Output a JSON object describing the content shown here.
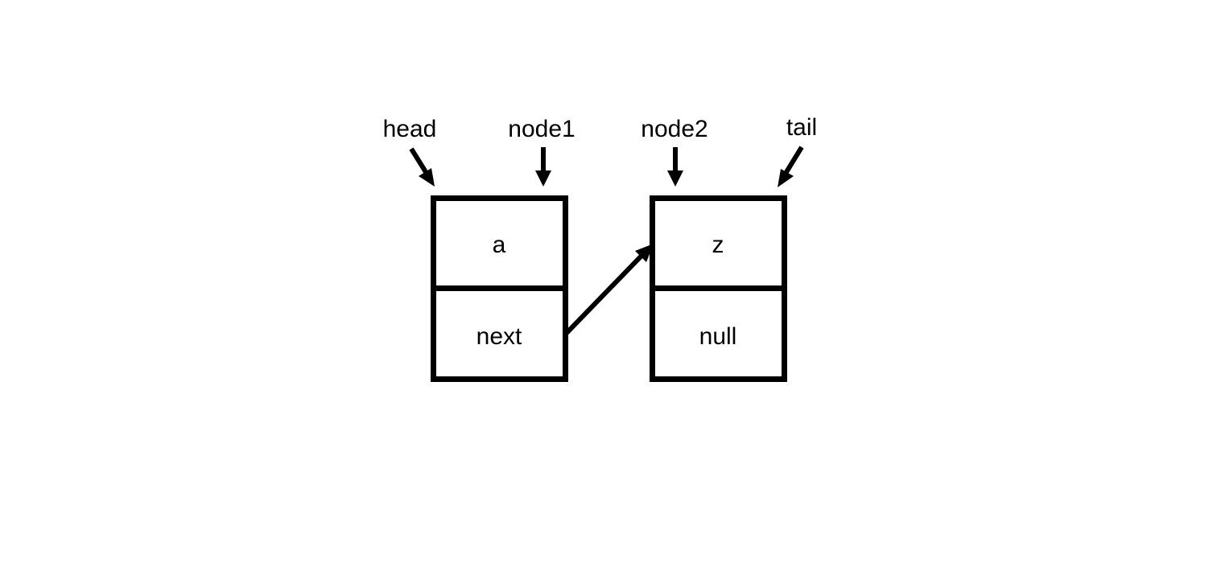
{
  "pointers": {
    "head": "head",
    "node1": "node1",
    "node2": "node2",
    "tail": "tail"
  },
  "nodes": [
    {
      "value": "a",
      "next": "next"
    },
    {
      "value": "z",
      "next": "null"
    }
  ],
  "colors": {
    "stroke": "#000000",
    "background": "#ffffff"
  }
}
